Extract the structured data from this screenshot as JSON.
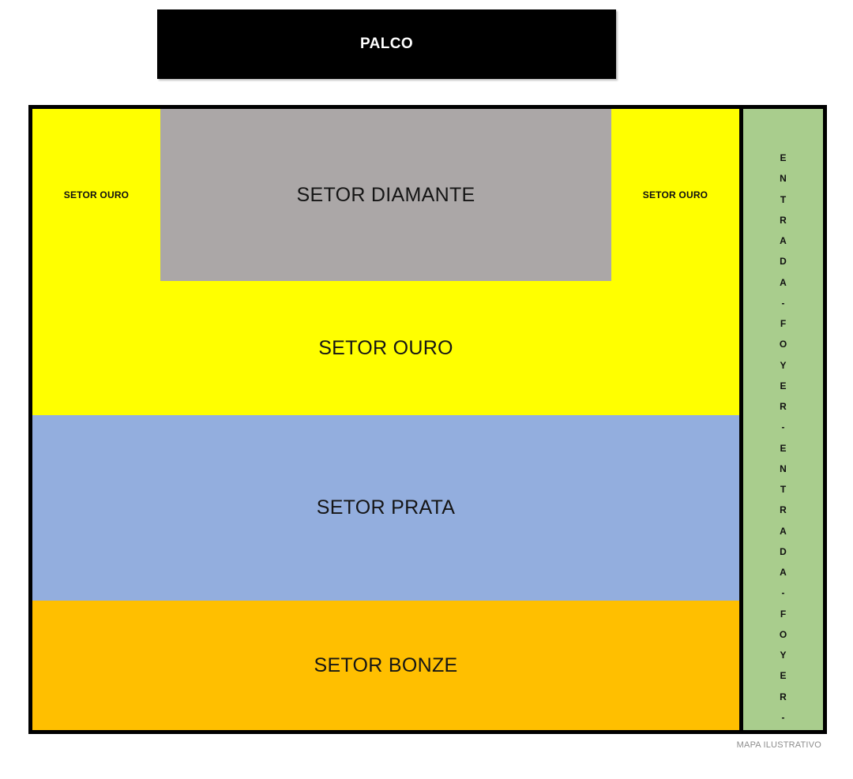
{
  "map": {
    "stage": {
      "label": "PALCO",
      "color": "#000000",
      "text_color": "#ffffff"
    },
    "sectors": [
      {
        "id": "ouro-left",
        "label": "SETOR OURO",
        "color": "#ffff00",
        "position": "top-left-wing"
      },
      {
        "id": "diamante",
        "label": "SETOR DIAMANTE",
        "color": "#aba7a7",
        "position": "top-center"
      },
      {
        "id": "ouro-right",
        "label": "SETOR OURO",
        "color": "#ffff00",
        "position": "top-right-wing"
      },
      {
        "id": "ouro",
        "label": "SETOR OURO",
        "color": "#ffff00",
        "position": "row-1"
      },
      {
        "id": "prata",
        "label": "SETOR PRATA",
        "color": "#93aede",
        "position": "row-2"
      },
      {
        "id": "bonze",
        "label": "SETOR BONZE",
        "color": "#ffbf00",
        "position": "row-3"
      }
    ],
    "entrance": {
      "color": "#a9cd8d",
      "letters": [
        "E",
        "N",
        "T",
        "R",
        "A",
        "D",
        "A",
        "-",
        "F",
        "O",
        "Y",
        "E",
        "R",
        "-",
        "E",
        "N",
        "T",
        "R",
        "A",
        "D",
        "A",
        "-",
        "F",
        "O",
        "Y",
        "E",
        "R",
        "-"
      ]
    },
    "footnote": "MAPA ILUSTRATIVO"
  }
}
